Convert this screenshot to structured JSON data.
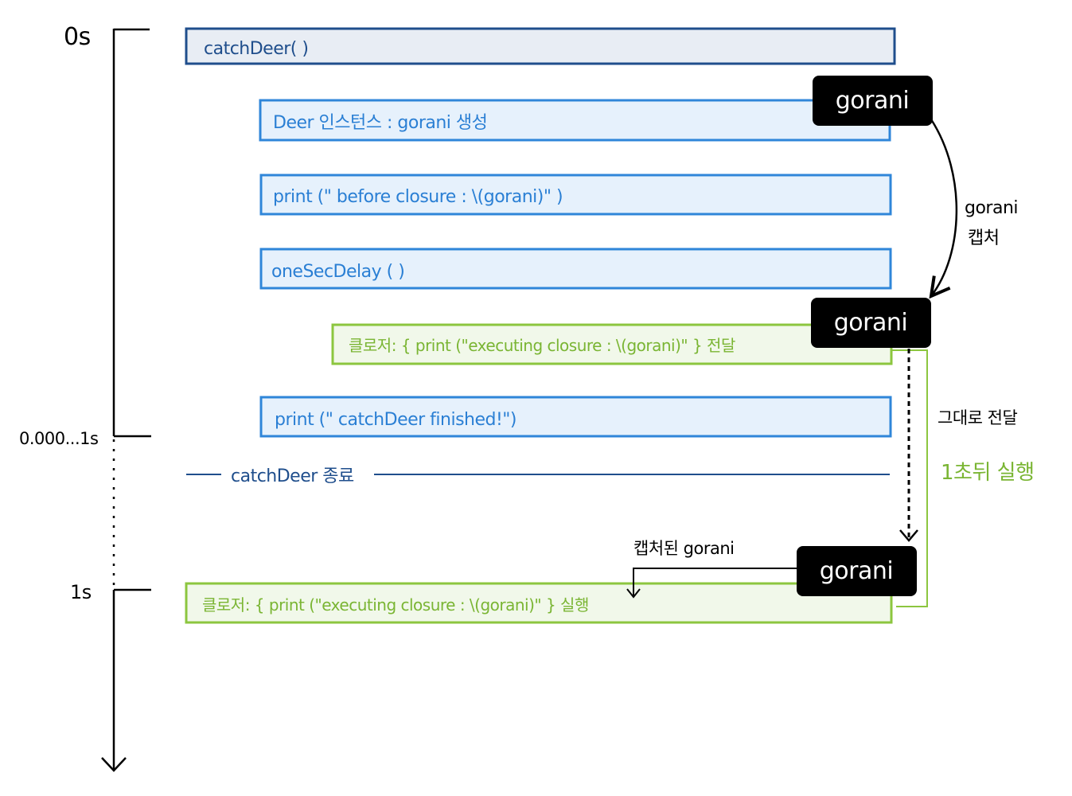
{
  "timeline": {
    "labels": [
      "0s",
      "0.000...1s",
      "1s"
    ]
  },
  "blocks": [
    {
      "text": "catchDeer( )",
      "kind": "dark"
    },
    {
      "text": "Deer 인스턴스 : gorani 생성",
      "kind": "blue"
    },
    {
      "text": "print (\" before  closure : \\(gorani)\" )",
      "kind": "blue"
    },
    {
      "text": "oneSecDelay ( )",
      "kind": "blue"
    },
    {
      "text": "클로저:  { print (\"executing  closure : \\(gorani)\" } 전달",
      "kind": "green"
    },
    {
      "text": "print (\" catchDeer  finished!\")",
      "kind": "blue"
    },
    {
      "text": "클로저:  { print (\"executing  closure : \\(gorani)\" }  실행",
      "kind": "green"
    }
  ],
  "end_marker": "catchDeer 종료",
  "tags": [
    "gorani",
    "gorani",
    "gorani"
  ],
  "annotations": {
    "capture": [
      "gorani",
      "캡처"
    ],
    "pass": "그대로 전달",
    "run_later": "1초뒤 실행",
    "captured": "캡처된 gorani"
  },
  "colors": {
    "dark_border": "#1f4e8c",
    "dark_fill": "#e8edf4",
    "dark_text": "#1f4e8c",
    "blue_border": "#2f86d9",
    "blue_fill": "#e6f1fc",
    "blue_text": "#2a7fd4",
    "green_border": "#8cc63f",
    "green_fill": "#f1f8ea",
    "green_text": "#7ab533",
    "tag_fill": "#000000",
    "tag_text": "#ffffff"
  }
}
